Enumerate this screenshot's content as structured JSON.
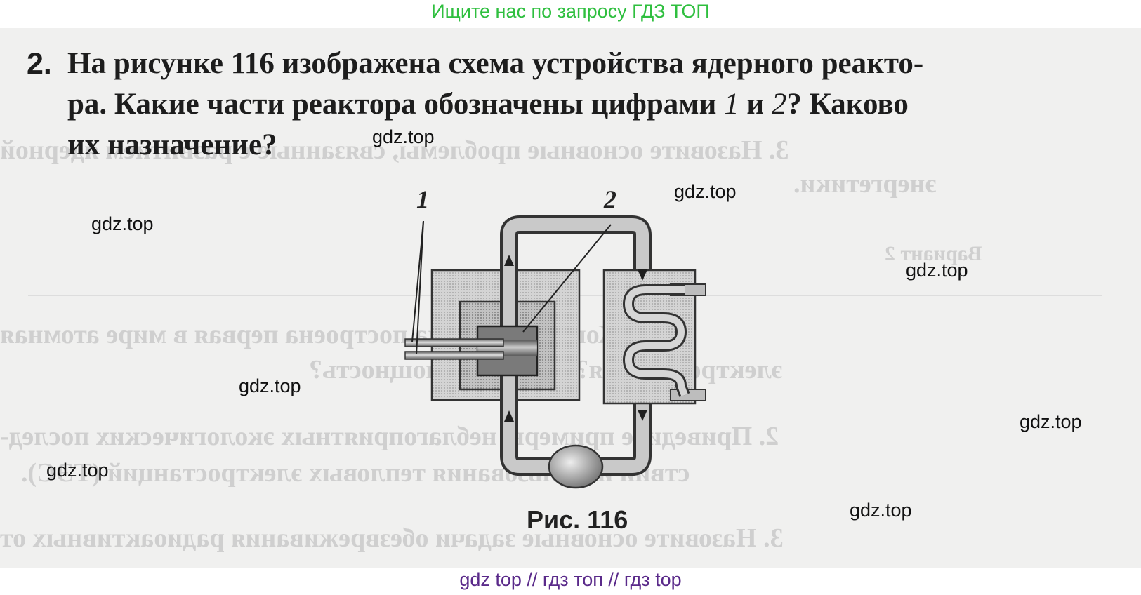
{
  "banner": {
    "top": "Ищите нас по запросу ГДЗ ТОП",
    "bottom": "gdz top  //  гдз топ  //  гдз top"
  },
  "task": {
    "number": "2.",
    "line1": "На рисунке 116 изображена схема устройства ядерного реакто-",
    "line2_a": "ра. Какие части реактора обозначены цифрами ",
    "line2_i1": "1",
    "line2_b": " и ",
    "line2_i2": "2",
    "line2_c": "? Каково",
    "line3": "их назначение?"
  },
  "figure": {
    "label_1": "1",
    "label_2": "2",
    "caption": "Рис. 116"
  },
  "watermark": "gdz.top",
  "bleed_through": {
    "line_a": "3. Назовите основные проблемы, связанные с развитием ядерной",
    "line_b": "энергетики.",
    "line_c": "1. Когда и где была построена первая в мире атомная",
    "line_d": "электростанция? Какова её мощность?",
    "line_e": "2. Приведите примеры неблагоприятных экологических послед-",
    "line_f": "ствий использования тепловых электростанций (ТЭС).",
    "line_g": "3. Назовите основные задачи обезвреживания радиоактивных от",
    "line_h": "Вариант 2"
  }
}
